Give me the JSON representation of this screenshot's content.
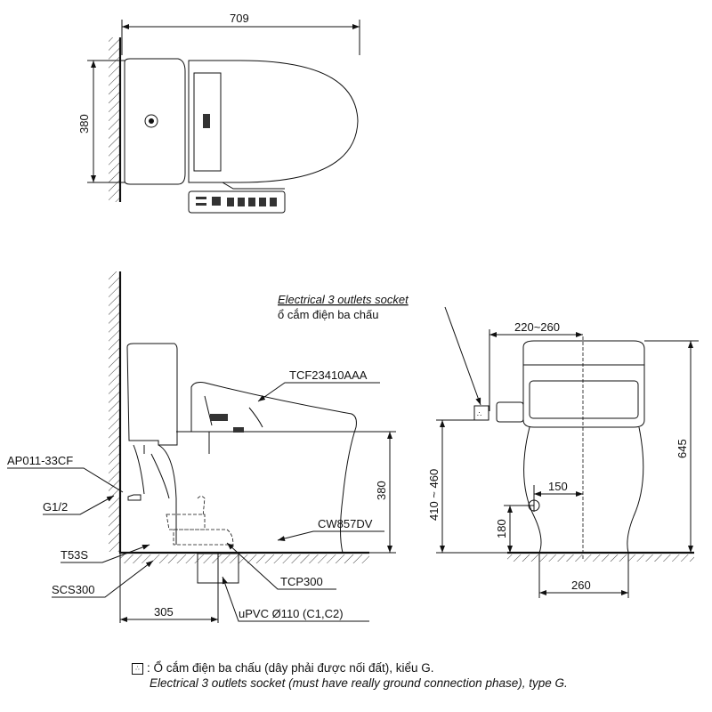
{
  "top_view": {
    "width_dim": "709",
    "depth_dim": "380"
  },
  "side_view": {
    "seat_label": "TCF23410AAA",
    "bowl_label": "CW857DV",
    "valve_label": "AP011-33CF",
    "thread_label": "G1/2",
    "t53s_label": "T53S",
    "scs_label": "SCS300",
    "tcp_label": "TCP300",
    "pipe_label": "uPVC Ø110 (C1,C2)",
    "height_dim": "380",
    "rough_in_dim": "305"
  },
  "socket_callout": {
    "en": "Electrical 3 outlets socket",
    "vi": "ổ cắm điện ba chấu"
  },
  "front_view": {
    "socket_offset_dim": "220~260",
    "socket_height_dim": "410 ~ 460",
    "total_height_dim": "645",
    "inlet_offset_dim": "150",
    "inlet_height_dim": "180",
    "base_width_dim": "260"
  },
  "note": {
    "vi": ": Ổ cắm điện ba chấu (dây phải được nối đất), kiểu G.",
    "en": "Electrical 3 outlets socket (must have really ground connection phase), type G."
  }
}
